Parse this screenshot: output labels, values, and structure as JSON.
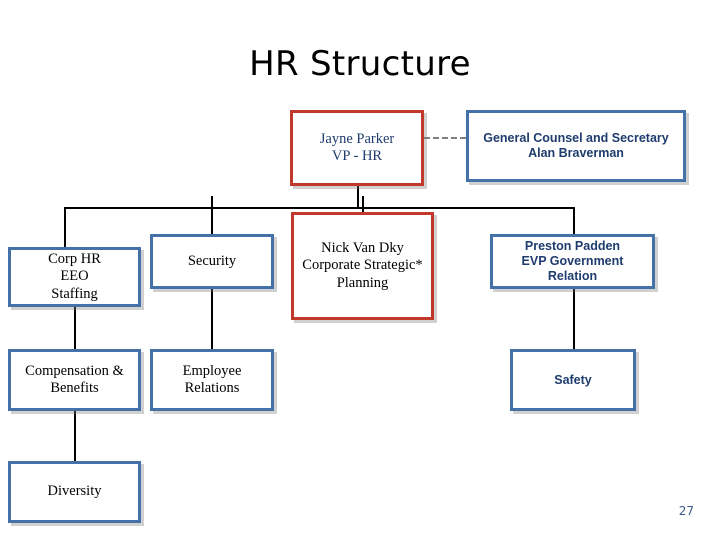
{
  "slide": {
    "title": "HR Structure",
    "page_number": "27"
  },
  "nodes": {
    "jayne_parker": {
      "line1": "Jayne Parker",
      "line2": "VP - HR"
    },
    "general_counsel": {
      "line1": "General Counsel and Secretary",
      "line2": "Alan Braverman"
    },
    "corp_hr": {
      "line1": "Corp HR",
      "line2": "EEO",
      "line3": "Staffing"
    },
    "security": {
      "line1": "Security"
    },
    "nick_van_dky": {
      "line1": "Nick Van Dky",
      "line2": "Corporate Strategic*",
      "line3": "Planning"
    },
    "preston_padden": {
      "line1": "Preston Padden",
      "line2": "EVP Government Relation"
    },
    "compensation": {
      "line1": "Compensation &",
      "line2": "Benefits"
    },
    "employee_relations": {
      "line1": "Employee",
      "line2": "Relations"
    },
    "safety": {
      "line1": "Safety"
    },
    "diversity": {
      "line1": "Diversity"
    }
  },
  "colors": {
    "box_blue_border": "#4472a8",
    "box_red_border": "#c0392b",
    "navy_text": "#1f3c6e",
    "connector": "#000000",
    "dashed_connector": "#808080"
  }
}
